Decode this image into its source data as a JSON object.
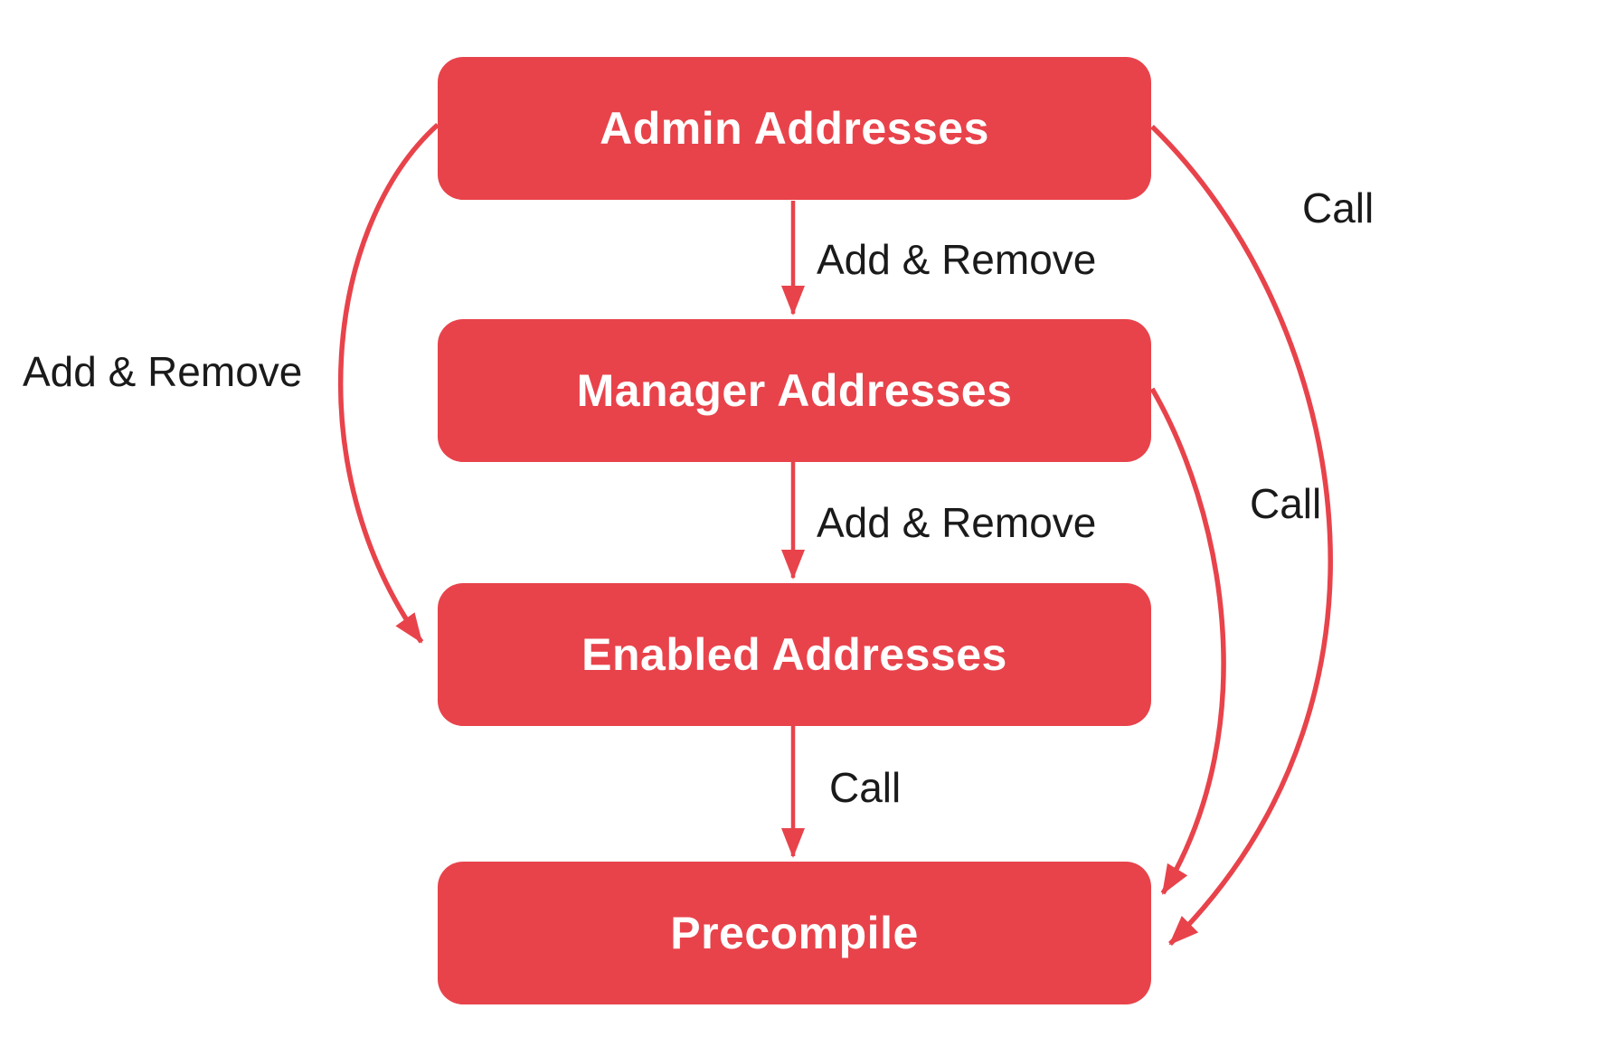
{
  "diagram": {
    "nodes": [
      {
        "id": "admin",
        "label": "Admin Addresses"
      },
      {
        "id": "manager",
        "label": "Manager Addresses"
      },
      {
        "id": "enabled",
        "label": "Enabled Addresses"
      },
      {
        "id": "precompile",
        "label": "Precompile"
      }
    ],
    "edges": [
      {
        "from": "admin",
        "to": "manager",
        "label": "Add & Remove",
        "style": "straight-down"
      },
      {
        "from": "manager",
        "to": "enabled",
        "label": "Add & Remove",
        "style": "straight-down"
      },
      {
        "from": "enabled",
        "to": "precompile",
        "label": "Call",
        "style": "straight-down"
      },
      {
        "from": "admin",
        "to": "enabled",
        "label": "Add & Remove",
        "style": "curved-left"
      },
      {
        "from": "admin",
        "to": "precompile",
        "label": "Call",
        "style": "curved-right-outer"
      },
      {
        "from": "manager",
        "to": "precompile",
        "label": "Call",
        "style": "curved-right-inner"
      }
    ]
  },
  "colors": {
    "accent": "#e8434b",
    "node_text": "#ffffff",
    "label_text": "#1a1a1a",
    "background": "#ffffff"
  }
}
